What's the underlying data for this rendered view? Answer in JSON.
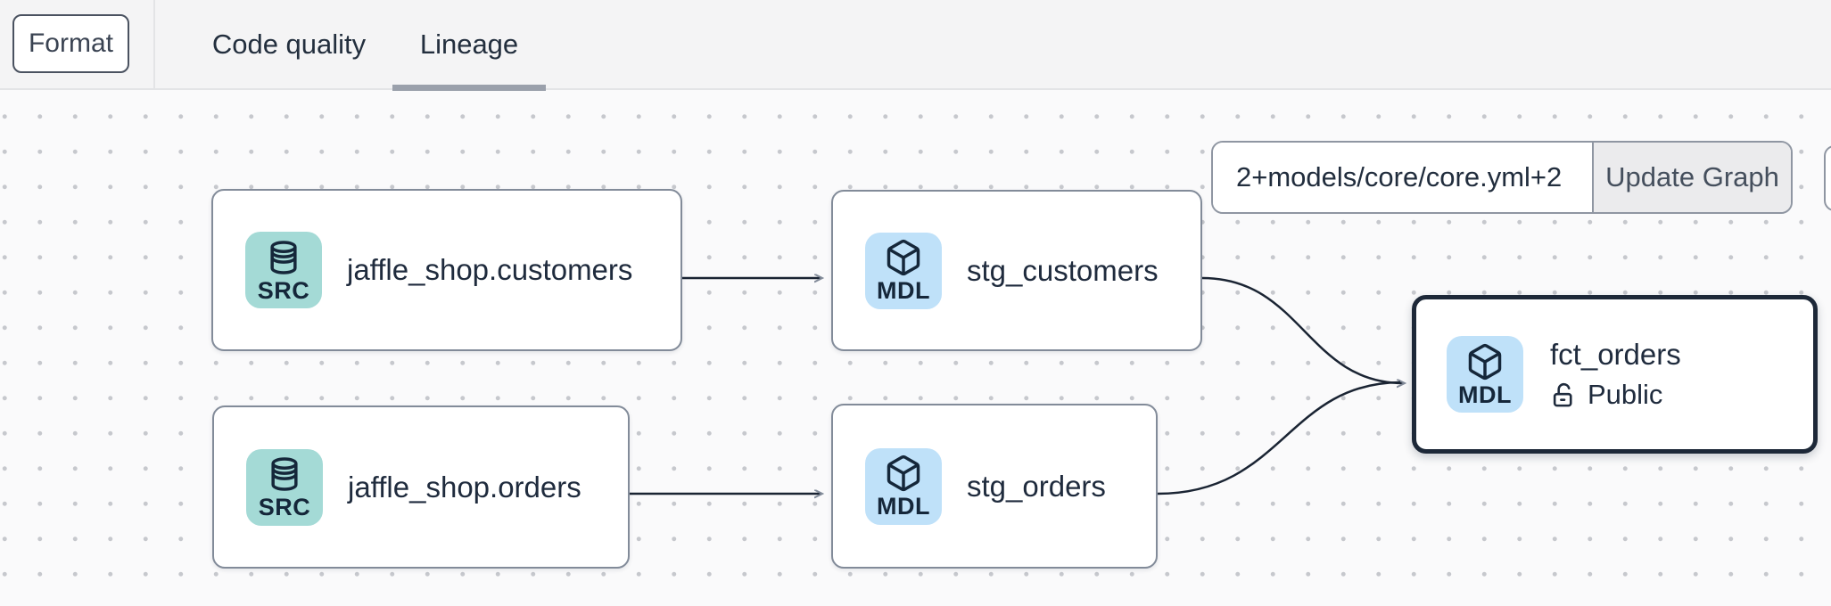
{
  "toolbar": {
    "format_label": "Format"
  },
  "tabs": [
    {
      "label": "Code quality",
      "active": false
    },
    {
      "label": "Lineage",
      "active": true
    }
  ],
  "lineage_controls": {
    "selector_value": "2+models/core/core.yml+2",
    "update_button_label": "Update Graph"
  },
  "nodes": [
    {
      "id": "n1",
      "badge": "SRC",
      "icon": "database-icon",
      "title": "jaffle_shop.customers"
    },
    {
      "id": "n2",
      "badge": "MDL",
      "icon": "cube-icon",
      "title": "stg_customers"
    },
    {
      "id": "n3",
      "badge": "SRC",
      "icon": "database-icon",
      "title": "jaffle_shop.orders"
    },
    {
      "id": "n4",
      "badge": "MDL",
      "icon": "cube-icon",
      "title": "stg_orders"
    },
    {
      "id": "n5",
      "badge": "MDL",
      "icon": "cube-icon",
      "title": "fct_orders",
      "access_label": "Public",
      "access_icon": "unlock-icon",
      "selected": true
    }
  ],
  "edges": [
    {
      "from": "jaffle_shop.customers",
      "to": "stg_customers"
    },
    {
      "from": "jaffle_shop.orders",
      "to": "stg_orders"
    },
    {
      "from": "stg_customers",
      "to": "fct_orders"
    },
    {
      "from": "stg_orders",
      "to": "fct_orders"
    }
  ],
  "colors": {
    "src_badge": "#a4dad6",
    "mdl_badge": "#bfe1f9",
    "selected_node_border": "#1d2838",
    "edge_stroke": "#1a2433",
    "active_tab_underline": "#9aa0ab",
    "canvas_dot": "#c6c8cd"
  }
}
